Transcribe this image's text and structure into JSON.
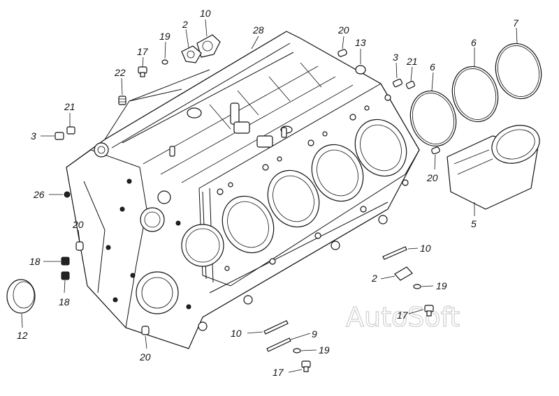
{
  "watermark": "AutoSoft",
  "callouts": [
    {
      "id": "c-10a",
      "num": "10"
    },
    {
      "id": "c-2a",
      "num": "2"
    },
    {
      "id": "c-19a",
      "num": "19"
    },
    {
      "id": "c-17a",
      "num": "17"
    },
    {
      "id": "c-22",
      "num": "22"
    },
    {
      "id": "c-28",
      "num": "28"
    },
    {
      "id": "c-20a",
      "num": "20"
    },
    {
      "id": "c-13",
      "num": "13"
    },
    {
      "id": "c-3a",
      "num": "3"
    },
    {
      "id": "c-21a",
      "num": "21"
    },
    {
      "id": "c-6a",
      "num": "6"
    },
    {
      "id": "c-6b",
      "num": "6"
    },
    {
      "id": "c-7",
      "num": "7"
    },
    {
      "id": "c-21b",
      "num": "21"
    },
    {
      "id": "c-3b",
      "num": "3"
    },
    {
      "id": "c-26",
      "num": "26"
    },
    {
      "id": "c-20b",
      "num": "20"
    },
    {
      "id": "c-18a",
      "num": "18"
    },
    {
      "id": "c-18b",
      "num": "18"
    },
    {
      "id": "c-12",
      "num": "12"
    },
    {
      "id": "c-20c",
      "num": "20"
    },
    {
      "id": "c-5",
      "num": "5"
    },
    {
      "id": "c-10b",
      "num": "10"
    },
    {
      "id": "c-2b",
      "num": "2"
    },
    {
      "id": "c-19b",
      "num": "19"
    },
    {
      "id": "c-17b",
      "num": "17"
    },
    {
      "id": "c-10c",
      "num": "10"
    },
    {
      "id": "c-9",
      "num": "9"
    },
    {
      "id": "c-19c",
      "num": "19"
    },
    {
      "id": "c-17c",
      "num": "17"
    },
    {
      "id": "c-20d",
      "num": "20"
    }
  ]
}
